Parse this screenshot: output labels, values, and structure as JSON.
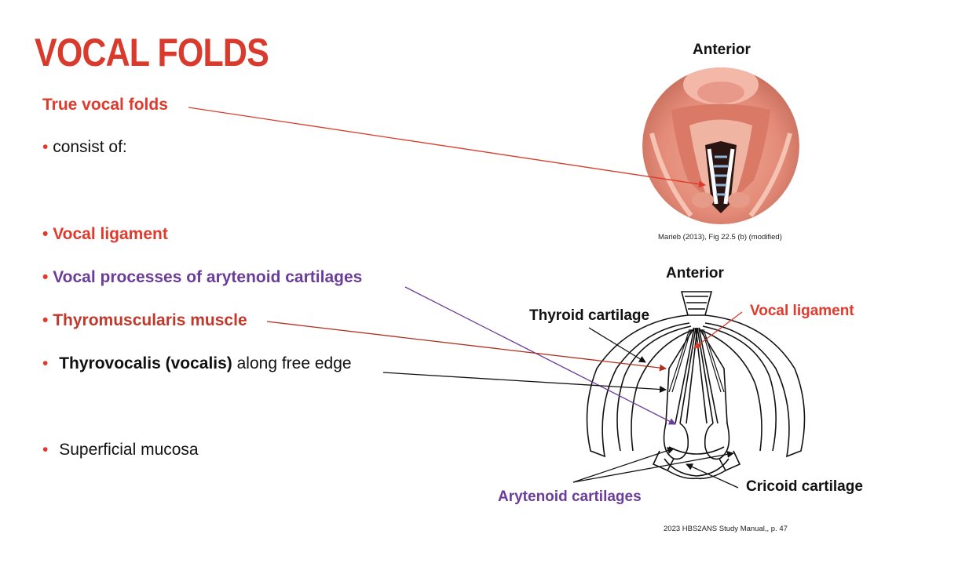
{
  "title": "VOCAL FOLDS",
  "heading": "True vocal folds",
  "bullets": {
    "consist": "consist of:",
    "vocal_ligament": "Vocal ligament",
    "vocal_processes": "Vocal processes of arytenoid cartilages",
    "thyromuscularis": "Thyromuscularis muscle",
    "thyrovocalis_bold": "Thyrovocalis (vocalis)",
    "thyrovocalis_rest": " along free edge",
    "superficial": "Superficial mucosa",
    "dot": "•"
  },
  "figure_top": {
    "label_anterior": "Anterior",
    "citation": "Marieb (2013), Fig 22.5 (b) (modified)"
  },
  "figure_bottom": {
    "label_anterior": "Anterior",
    "label_thyroid": "Thyroid cartilage",
    "label_vocal_ligament": "Vocal ligament",
    "label_arytenoid": "Arytenoid cartilages",
    "label_cricoid": "Cricoid cartilage",
    "citation": "2023 HBS2ANS Study Manual,, p. 47"
  },
  "colors": {
    "red": "#e03a2c",
    "dark_red": "#c0392b",
    "purple": "#6a3d9a",
    "black": "#111111"
  }
}
